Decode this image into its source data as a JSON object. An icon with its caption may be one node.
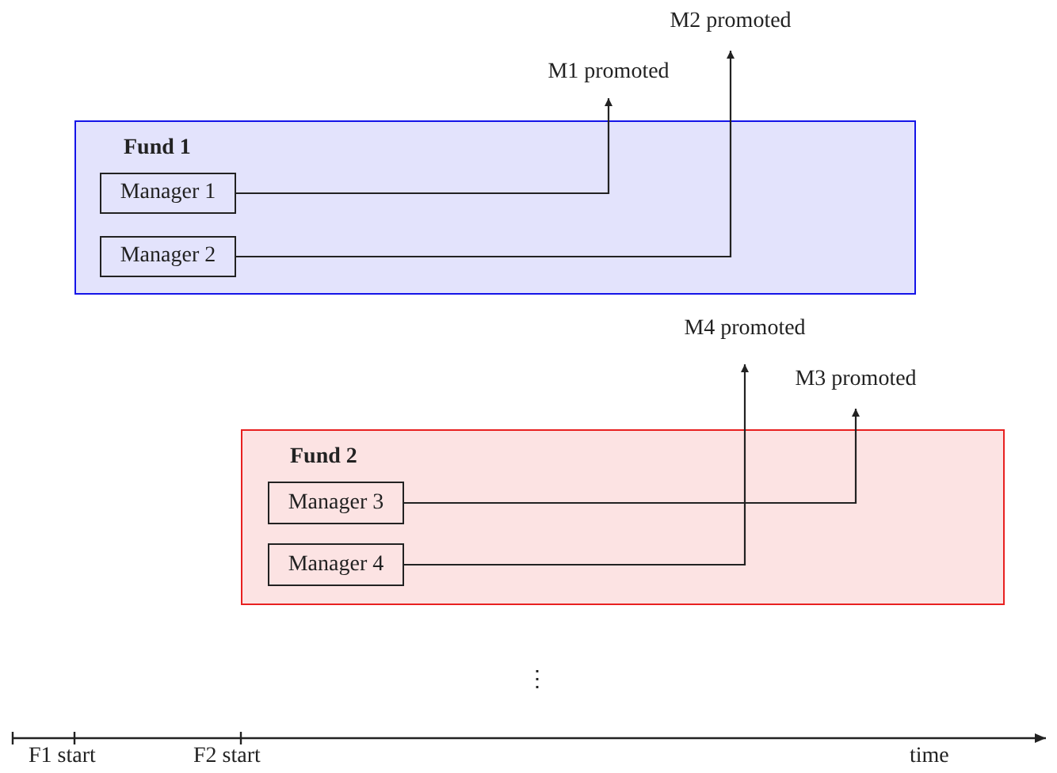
{
  "diagram": {
    "nodes": [
      {
        "text": [
          "M2 promoted"
        ]
      },
      {
        "text": [
          "M1 promoted"
        ]
      },
      {
        "text": [
          "Fund 1"
        ]
      },
      {
        "text": [
          "Manager 1"
        ],
        "in": 2
      },
      {
        "text": [
          "Manager 2"
        ],
        "in": 2
      },
      {
        "text": [
          "M4 promoted"
        ]
      },
      {
        "text": [
          "M3 promoted"
        ]
      },
      {
        "text": [
          "Fund 2"
        ]
      },
      {
        "text": [
          "Manager 3"
        ],
        "in": 7
      },
      {
        "text": [
          "Manager 4"
        ],
        "in": 7
      }
    ],
    "edges": [
      {
        "from": 3,
        "to": 1,
        "arrow": "to"
      },
      {
        "from": 4,
        "to": 0,
        "arrow": "to"
      },
      {
        "from": 8,
        "to": 6,
        "arrow": "to"
      },
      {
        "from": 9,
        "to": 5,
        "arrow": "to"
      }
    ],
    "labels": [
      "⋮",
      "F1 start",
      "F2 start",
      "time"
    ]
  }
}
